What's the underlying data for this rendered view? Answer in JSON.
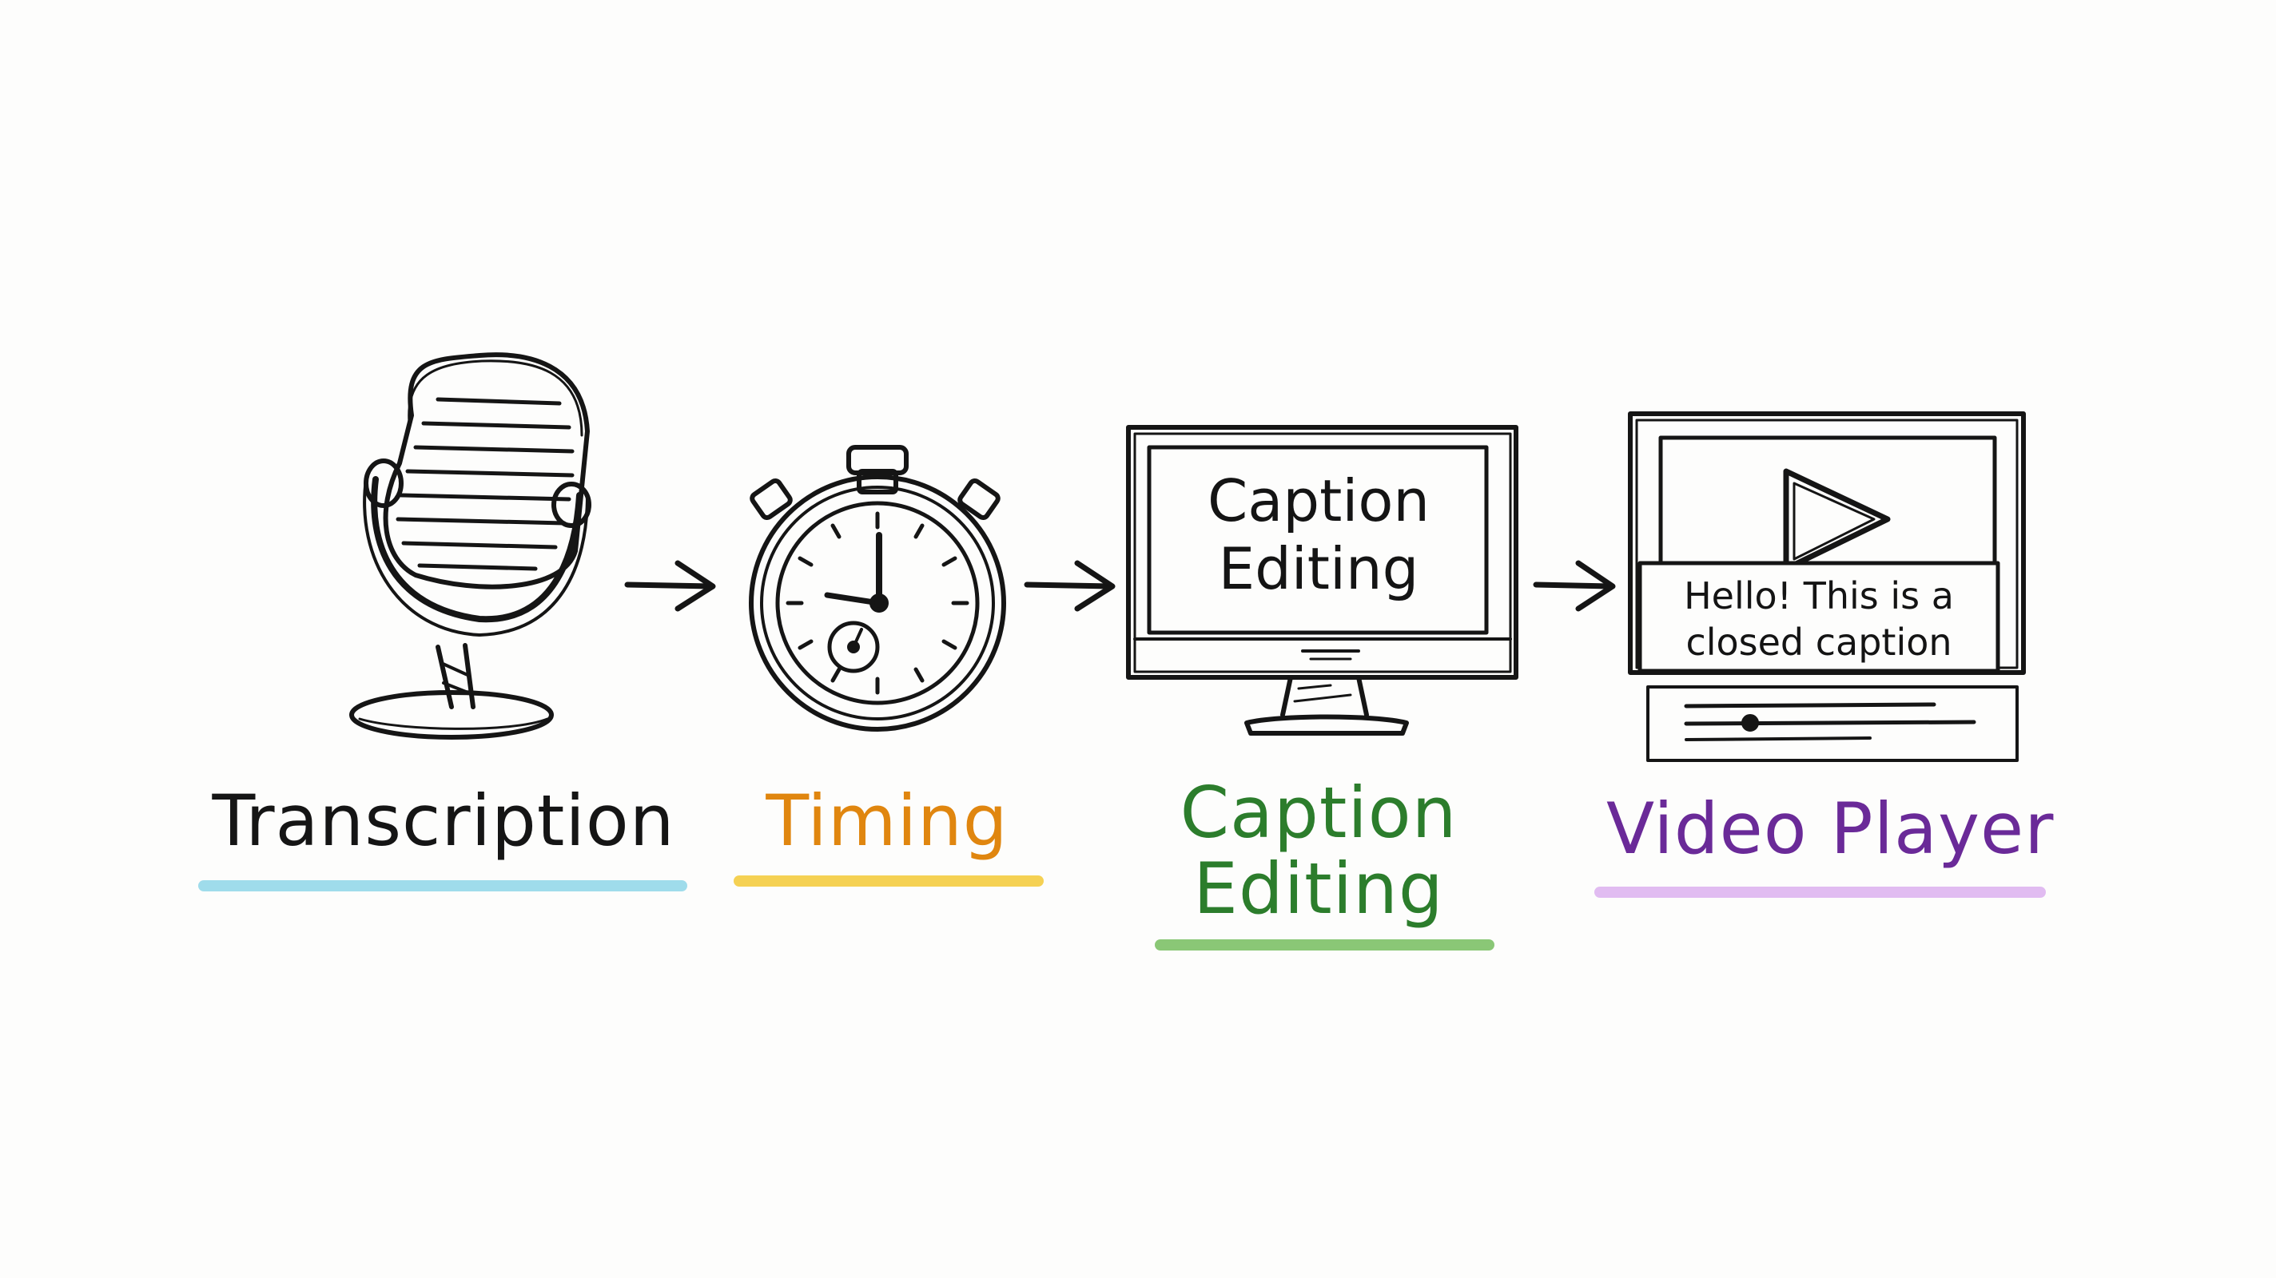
{
  "colors": {
    "ink": "#151515",
    "transcription_underline": "#7fd0e6",
    "timing_text": "#e0860f",
    "timing_underline": "#f1c21b",
    "caption_text": "#2c7d2c",
    "caption_underline": "#63b44a",
    "video_text": "#6a2a98",
    "video_underline": "#d7a6ee"
  },
  "steps": [
    {
      "label": "Transcription",
      "icon": "microphone-icon"
    },
    {
      "label": "Timing",
      "icon": "stopwatch-icon"
    },
    {
      "label_line1": "Caption",
      "label_line2": "Editing",
      "icon": "monitor-icon"
    },
    {
      "label": "Video Player",
      "icon": "video-player-icon"
    }
  ],
  "monitor_screen": {
    "line1": "Caption",
    "line2": "Editing"
  },
  "player_caption": {
    "line1": "Hello! This is a",
    "line2": "closed caption"
  }
}
